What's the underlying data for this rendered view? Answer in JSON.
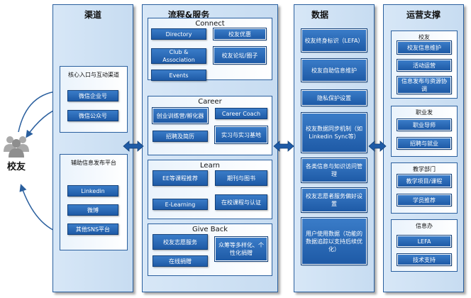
{
  "alumni": {
    "label": "校友"
  },
  "columns": {
    "channels": {
      "title": "渠道",
      "core_panel": {
        "label": "核心入口与互动渠道",
        "buttons": [
          "微信企业号",
          "微信公众号"
        ]
      },
      "aux_panel": {
        "label": "辅助信息发布平台",
        "buttons": [
          "Linkedin",
          "微博",
          "其他SNS平台"
        ]
      }
    },
    "process": {
      "title": "流程&服务",
      "sections": [
        {
          "name": "Connect",
          "items": [
            "Directory",
            "校友优惠",
            "Club & Association",
            "校友论坛/圈子",
            "Events"
          ]
        },
        {
          "name": "Career",
          "items": [
            "创业训练营/孵化器",
            "Career Coach",
            "招聘及简历",
            "实习与实习基地"
          ]
        },
        {
          "name": "Learn",
          "items": [
            "EE等课程推荐",
            "期刊与图书",
            "E-Learning",
            "在校课程与认证"
          ]
        },
        {
          "name": "Give Back",
          "items": [
            "校友志愿服务",
            "众筹等多样化、个性化捐赠",
            "在线捐赠"
          ]
        }
      ]
    },
    "data": {
      "title": "数据",
      "items": [
        "校友终身标识（LEFA）",
        "校友自助信息维护",
        "隐私保护设置",
        "校友数据同步机制（如Linkedin Sync等）",
        "各类信息与知识访问管理",
        "校友志愿者服务偏好设置",
        "用户使用数据（功能的数据追踪以支持后续优化）"
      ]
    },
    "ops": {
      "title": "运营支撑",
      "groups": [
        {
          "name": "校友",
          "items": [
            "校友信息维护",
            "活动运营",
            "信息发布与资源协调"
          ]
        },
        {
          "name": "职业发",
          "items": [
            "职业导师",
            "招聘与就业"
          ]
        },
        {
          "name": "教学部门",
          "items": [
            "教学项目/课程",
            "学员推荐"
          ]
        },
        {
          "name": "信息办",
          "items": [
            "LEFA",
            "技术支持"
          ]
        }
      ]
    }
  }
}
